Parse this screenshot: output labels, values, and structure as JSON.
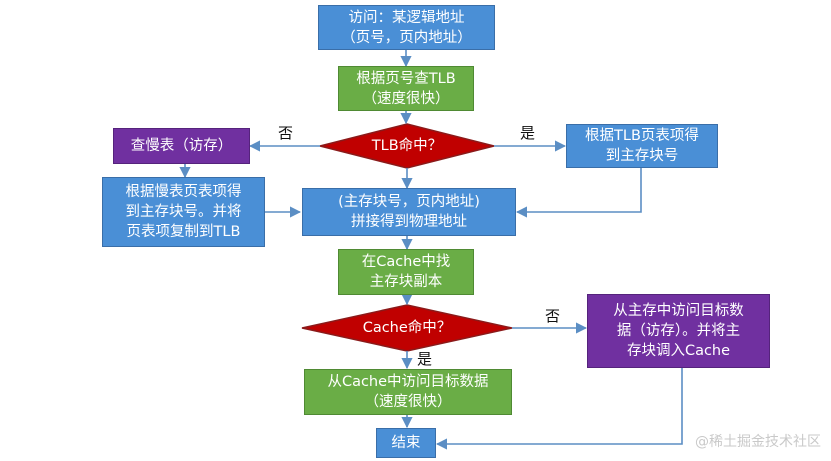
{
  "nodes": {
    "start": {
      "lines": [
        "访问：某逻辑地址",
        "（页号，页内地址）"
      ]
    },
    "tlb_query": {
      "lines": [
        "根据页号查TLB",
        "（速度很快）"
      ]
    },
    "tlb_hit": {
      "text": "TLB命中？"
    },
    "slow_table": {
      "text": "查慢表（访存）"
    },
    "tlb_frame": {
      "lines": [
        "根据TLB页表项得",
        "到主存块号"
      ]
    },
    "slow_frame": {
      "lines": [
        "根据慢表页表项得",
        "到主存块号。并将",
        "页表项复制到TLB"
      ]
    },
    "concat": {
      "lines": [
        "(主存块号，页内地址)",
        "拼接得到物理地址"
      ]
    },
    "cache_find": {
      "lines": [
        "在Cache中找",
        "主存块副本"
      ]
    },
    "cache_hit": {
      "text": "Cache命中？"
    },
    "from_main": {
      "lines": [
        "从主存中访问目标数",
        "据（访存）。并将主",
        "存块调入Cache"
      ]
    },
    "from_cache": {
      "lines": [
        "从Cache中访问目标数据",
        "（速度很快）"
      ]
    },
    "end": {
      "text": "结束"
    }
  },
  "labels": {
    "tlb_no": "否",
    "tlb_yes": "是",
    "cache_no": "否",
    "cache_yes": "是"
  },
  "watermark": "@稀土掘金技术社区",
  "colors": {
    "blue": "#4a8fd6",
    "green": "#6aad46",
    "purple": "#7030a0",
    "red_diamond": "#c00000",
    "arrow": "#5b8ec4"
  }
}
